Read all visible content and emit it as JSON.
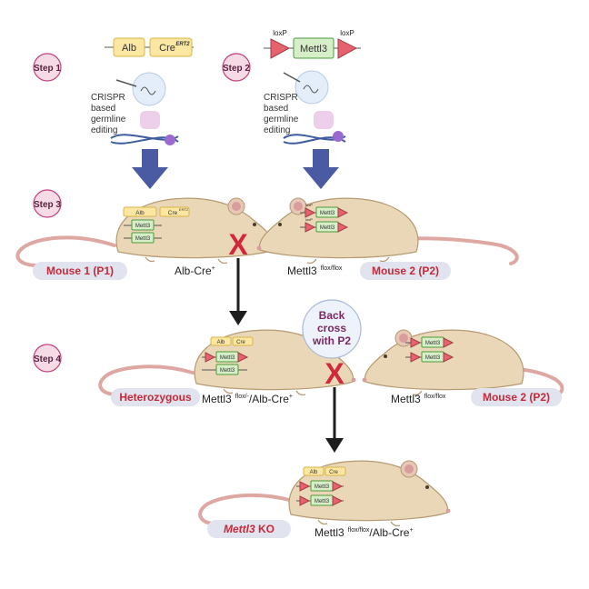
{
  "steps": {
    "step1": "Step 1",
    "step2": "Step 2",
    "step3": "Step 3",
    "step4": "Step 4"
  },
  "constructs": {
    "alb": "Alb",
    "cre": "Cre",
    "ert2": "ERT2",
    "loxp_left": "loxP",
    "loxp_right": "loxP",
    "mettl3": "Mettl3"
  },
  "editing": {
    "left": [
      "CRISPR",
      "based",
      "germline",
      "editing"
    ],
    "right": [
      "CRISPR",
      "based",
      "germline",
      "editing"
    ]
  },
  "mouse_inserts": {
    "alb": "Alb",
    "cre": "Cre",
    "ert2": "ERT2",
    "mettl3": "Mettl3",
    "loxp": "loxP"
  },
  "cross_mark": "X",
  "backcross": [
    "Back",
    "cross",
    "with P2"
  ],
  "labels": {
    "mouse1": "Mouse 1 (P1)",
    "mouse1_genotype": "Alb-Cre",
    "mouse1_sup": "+",
    "mouse2": "Mouse 2 (P2)",
    "mouse2_genotype": "Mettl3",
    "mouse2_sup": "flox/flox",
    "heterozygous": "Heterozygous",
    "het_genotype_a": "Mettl3",
    "het_sup": "flox/-",
    "het_genotype_b": "/Alb-Cre",
    "het_sup2": "+",
    "mouse2b": "Mouse 2 (P2)",
    "mouse2b_genotype": "Mettl3",
    "mouse2b_sup": "flox/flox",
    "ko_gene": "Mettl3",
    "ko_suffix": " KO",
    "ko_genotype_a": "Mettl3",
    "ko_sup": "flox/flox",
    "ko_genotype_b": "/Alb-Cre",
    "ko_sup2": "+"
  },
  "colors": {
    "step_fill": "#f6dbe6",
    "step_stroke": "#c2417c",
    "alb_fill": "#fbe6a2",
    "alb_stroke": "#d8b545",
    "mettl3_fill": "#d7efc9",
    "mettl3_stroke": "#4f9b3c",
    "loxp_fill": "#e6636e",
    "label_red": "#c8293a",
    "label_pill": "#e1e3ee",
    "blue_arrow": "#4a5aa3",
    "cross_red": "#d3283c",
    "mouse_body": "#e9d7b7",
    "mouse_tail": "#dea7a2"
  }
}
